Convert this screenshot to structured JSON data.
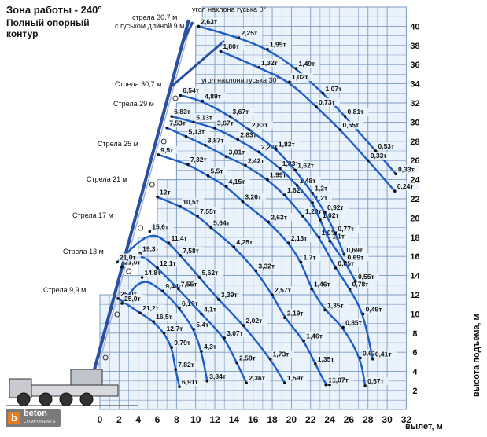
{
  "header": {
    "line1": "Зона работы - 240°",
    "line2": "Полный опорный",
    "line3": "контур"
  },
  "logo": {
    "letter": "b",
    "name": "beton",
    "sub": "COMPONENTS"
  },
  "annotations": {
    "jib_info_1": "стрела 30,7 м",
    "jib_info_2": "с гуськом длиной 9 м",
    "jib_angle_0": "угол наклона гуська 0°",
    "jib_angle_30": "угол наклона гуська 30°"
  },
  "colors": {
    "curve": "#1f5ec8",
    "grid": "#7d99be",
    "grid_bg": "#eaf3fb",
    "text": "#111111"
  },
  "chart_data": {
    "type": "line",
    "xlabel": "вылет, м",
    "ylabel": "высота подъема, м",
    "xlim": [
      0,
      32
    ],
    "ylim": [
      2,
      42
    ],
    "xticks": [
      0,
      2,
      4,
      6,
      8,
      10,
      12,
      14,
      16,
      18,
      20,
      22,
      24,
      26,
      28,
      30,
      32
    ],
    "yticks": [
      2,
      4,
      6,
      8,
      10,
      12,
      14,
      16,
      18,
      20,
      22,
      24,
      26,
      28,
      30,
      32,
      34,
      36,
      38,
      40
    ],
    "boom_labels": [
      "Стрела  9,9 м",
      "Стрела 13 м",
      "Стрела 17 м",
      "Стрела 21 м",
      "Стрела 25 м",
      "Стрела 29 м",
      "Стрела 30,7 м"
    ],
    "series": [
      {
        "points": [
          {
            "x": 1.9,
            "y": 11.6,
            "label": "25,0т"
          },
          {
            "x": 4.2,
            "y": 10.1,
            "label": "21,2т"
          },
          {
            "x": 5.6,
            "y": 9.2,
            "label": "16,5т"
          },
          {
            "x": 6.7,
            "y": 8.0,
            "label": "12,7т"
          },
          {
            "x": 7.5,
            "y": 6.5,
            "label": "9,79т"
          },
          {
            "x": 7.9,
            "y": 4.2,
            "label": "7,82т"
          },
          {
            "x": 8.3,
            "y": 2.4,
            "label": "6,91т"
          }
        ]
      },
      {
        "points": [
          {
            "x": 2.3,
            "y": 11.1,
            "label": "25,0т"
          },
          {
            "x": 4.4,
            "y": 13.8,
            "label": "14,8т"
          },
          {
            "x": 6.6,
            "y": 12.4,
            "label": "9,44т"
          },
          {
            "x": 8.3,
            "y": 10.6,
            "label": "6,16т"
          },
          {
            "x": 9.8,
            "y": 8.4,
            "label": "5,4т"
          },
          {
            "x": 10.6,
            "y": 6.1,
            "label": "4,3т"
          },
          {
            "x": 11.2,
            "y": 3.0,
            "label": "3,84т"
          }
        ]
      },
      {
        "points": [
          {
            "x": 2.3,
            "y": 14.9,
            "label": "21,0т"
          },
          {
            "x": 4.2,
            "y": 16.3,
            "label": "19,3т"
          },
          {
            "x": 6.0,
            "y": 14.8,
            "label": "12,1т"
          },
          {
            "x": 8.2,
            "y": 12.6,
            "label": "7,55т"
          },
          {
            "x": 10.6,
            "y": 10.0,
            "label": "4,1т"
          },
          {
            "x": 13.0,
            "y": 7.5,
            "label": "3,07т"
          },
          {
            "x": 14.3,
            "y": 4.9,
            "label": "2,58т"
          },
          {
            "x": 15.3,
            "y": 2.8,
            "label": "2,36т"
          }
        ]
      },
      {
        "points": [
          {
            "x": 1.8,
            "y": 15.4,
            "label": "21,0т"
          },
          {
            "x": 5.2,
            "y": 18.6,
            "label": "15,6т"
          },
          {
            "x": 7.2,
            "y": 17.4,
            "label": "11,4т"
          },
          {
            "x": 8.4,
            "y": 16.1,
            "label": "7,58т"
          },
          {
            "x": 10.4,
            "y": 13.8,
            "label": "5,62т"
          },
          {
            "x": 12.4,
            "y": 11.5,
            "label": "3,39т"
          },
          {
            "x": 15.0,
            "y": 8.8,
            "label": "2,02т"
          },
          {
            "x": 17.8,
            "y": 5.3,
            "label": "1,73т"
          },
          {
            "x": 19.3,
            "y": 2.8,
            "label": "1,59т"
          }
        ]
      },
      {
        "points": [
          {
            "x": 6.0,
            "y": 22.2,
            "label": "12т"
          },
          {
            "x": 8.4,
            "y": 21.2,
            "label": "10,5т"
          },
          {
            "x": 10.2,
            "y": 20.2,
            "label": "7,55т"
          },
          {
            "x": 11.6,
            "y": 19.0,
            "label": "5,64т"
          },
          {
            "x": 14.0,
            "y": 17.0,
            "label": "4,25т"
          },
          {
            "x": 16.3,
            "y": 14.5,
            "label": "3,32т"
          },
          {
            "x": 18.0,
            "y": 12.0,
            "label": "2,57т"
          },
          {
            "x": 19.3,
            "y": 9.6,
            "label": "2,19т"
          },
          {
            "x": 21.3,
            "y": 7.2,
            "label": "1,46т"
          },
          {
            "x": 22.5,
            "y": 4.8,
            "label": "1,35т"
          },
          {
            "x": 23.6,
            "y": 2.6,
            "label": "1,16т"
          },
          {
            "x": 24.0,
            "y": 2.6,
            "label": "1,07т"
          }
        ]
      },
      {
        "points": [
          {
            "x": 6.1,
            "y": 26.6,
            "label": "9,5т"
          },
          {
            "x": 9.2,
            "y": 25.6,
            "label": "7,32т"
          },
          {
            "x": 11.3,
            "y": 24.4,
            "label": "5,5т"
          },
          {
            "x": 13.2,
            "y": 23.3,
            "label": "4,15т"
          },
          {
            "x": 14.9,
            "y": 21.7,
            "label": "3,26т"
          },
          {
            "x": 17.6,
            "y": 19.6,
            "label": "2,63т"
          },
          {
            "x": 19.7,
            "y": 17.4,
            "label": "2,13т"
          },
          {
            "x": 21.0,
            "y": 15.4,
            "label": "1,7т"
          },
          {
            "x": 22.1,
            "y": 12.6,
            "label": "1,46т"
          },
          {
            "x": 23.5,
            "y": 10.4,
            "label": "1,35т"
          },
          {
            "x": 25.4,
            "y": 8.6,
            "label": "0,85т"
          },
          {
            "x": 27.2,
            "y": 5.4,
            "label": "0,63т"
          },
          {
            "x": 27.7,
            "y": 2.5,
            "label": "0,57т"
          }
        ]
      },
      {
        "points": [
          {
            "x": 7.0,
            "y": 29.4,
            "label": "7,53т"
          },
          {
            "x": 9.0,
            "y": 28.5,
            "label": "5,13т"
          },
          {
            "x": 11.0,
            "y": 27.6,
            "label": "3,87т"
          },
          {
            "x": 13.2,
            "y": 26.4,
            "label": "3,01т"
          },
          {
            "x": 15.2,
            "y": 25.5,
            "label": "2,42т"
          },
          {
            "x": 17.5,
            "y": 24.0,
            "label": "1,99т"
          },
          {
            "x": 19.3,
            "y": 22.4,
            "label": "1,62т"
          },
          {
            "x": 21.2,
            "y": 20.2,
            "label": "1,29т"
          },
          {
            "x": 22.9,
            "y": 18.0,
            "label": "1,01т"
          },
          {
            "x": 24.6,
            "y": 14.8,
            "label": "0,85т"
          },
          {
            "x": 26.1,
            "y": 12.6,
            "label": "0,78т"
          },
          {
            "x": 27.5,
            "y": 10.0,
            "label": "0,49т"
          },
          {
            "x": 28.5,
            "y": 5.3,
            "label": "0,41т"
          }
        ]
      },
      {
        "points": [
          {
            "x": 7.5,
            "y": 30.6,
            "label": "6,83т"
          },
          {
            "x": 9.8,
            "y": 30.0,
            "label": "5,13т"
          },
          {
            "x": 12.0,
            "y": 29.4,
            "label": "3,67т"
          },
          {
            "x": 14.4,
            "y": 28.2,
            "label": "2,83т"
          },
          {
            "x": 16.6,
            "y": 26.9,
            "label": "2,27т"
          },
          {
            "x": 18.8,
            "y": 25.2,
            "label": "1,83т"
          },
          {
            "x": 20.6,
            "y": 23.4,
            "label": "1,48т"
          },
          {
            "x": 22.2,
            "y": 21.6,
            "label": "1,2т"
          },
          {
            "x": 23.0,
            "y": 19.8,
            "label": "1,02т"
          },
          {
            "x": 24.0,
            "y": 17.6,
            "label": "1,1т"
          },
          {
            "x": 25.6,
            "y": 15.4,
            "label": "0,69т"
          },
          {
            "x": 26.7,
            "y": 13.4,
            "label": "0,55т"
          }
        ]
      },
      {
        "points": [
          {
            "x": 8.4,
            "y": 32.8,
            "label": "6,54т"
          },
          {
            "x": 10.7,
            "y": 32.2,
            "label": "4,89т"
          },
          {
            "x": 13.6,
            "y": 30.6,
            "label": "3,67т"
          },
          {
            "x": 15.6,
            "y": 29.2,
            "label": "2,83т"
          },
          {
            "x": 18.4,
            "y": 27.2,
            "label": "1,83т"
          },
          {
            "x": 20.4,
            "y": 25.0,
            "label": "1,62т"
          },
          {
            "x": 22.2,
            "y": 22.6,
            "label": "1,2т"
          },
          {
            "x": 23.5,
            "y": 20.6,
            "label": "0,92т"
          },
          {
            "x": 24.6,
            "y": 18.4,
            "label": "0,77т"
          },
          {
            "x": 25.5,
            "y": 16.2,
            "label": "0,69т"
          }
        ]
      },
      {
        "points": [
          {
            "x": 10.3,
            "y": 40.0,
            "label": "2,63т"
          },
          {
            "x": 14.5,
            "y": 38.8,
            "label": "2,25т"
          },
          {
            "x": 17.5,
            "y": 37.6,
            "label": "1,95т"
          },
          {
            "x": 20.5,
            "y": 35.6,
            "label": "1,49т"
          },
          {
            "x": 23.3,
            "y": 33.0,
            "label": "1,07т"
          },
          {
            "x": 25.6,
            "y": 30.6,
            "label": "0,81т"
          },
          {
            "x": 28.8,
            "y": 27.0,
            "label": "0,53т"
          },
          {
            "x": 30.9,
            "y": 24.6,
            "label": "0,33т"
          }
        ]
      },
      {
        "points": [
          {
            "x": 12.6,
            "y": 37.4,
            "label": "1,80т"
          },
          {
            "x": 16.6,
            "y": 35.7,
            "label": "1,32т"
          },
          {
            "x": 19.8,
            "y": 34.2,
            "label": "1,02т"
          },
          {
            "x": 22.6,
            "y": 31.6,
            "label": "0,73т"
          },
          {
            "x": 25.1,
            "y": 29.2,
            "label": "0,55т"
          },
          {
            "x": 28.0,
            "y": 26.0,
            "label": "0,33т"
          },
          {
            "x": 30.8,
            "y": 22.8,
            "label": "0,24т"
          }
        ]
      }
    ]
  }
}
